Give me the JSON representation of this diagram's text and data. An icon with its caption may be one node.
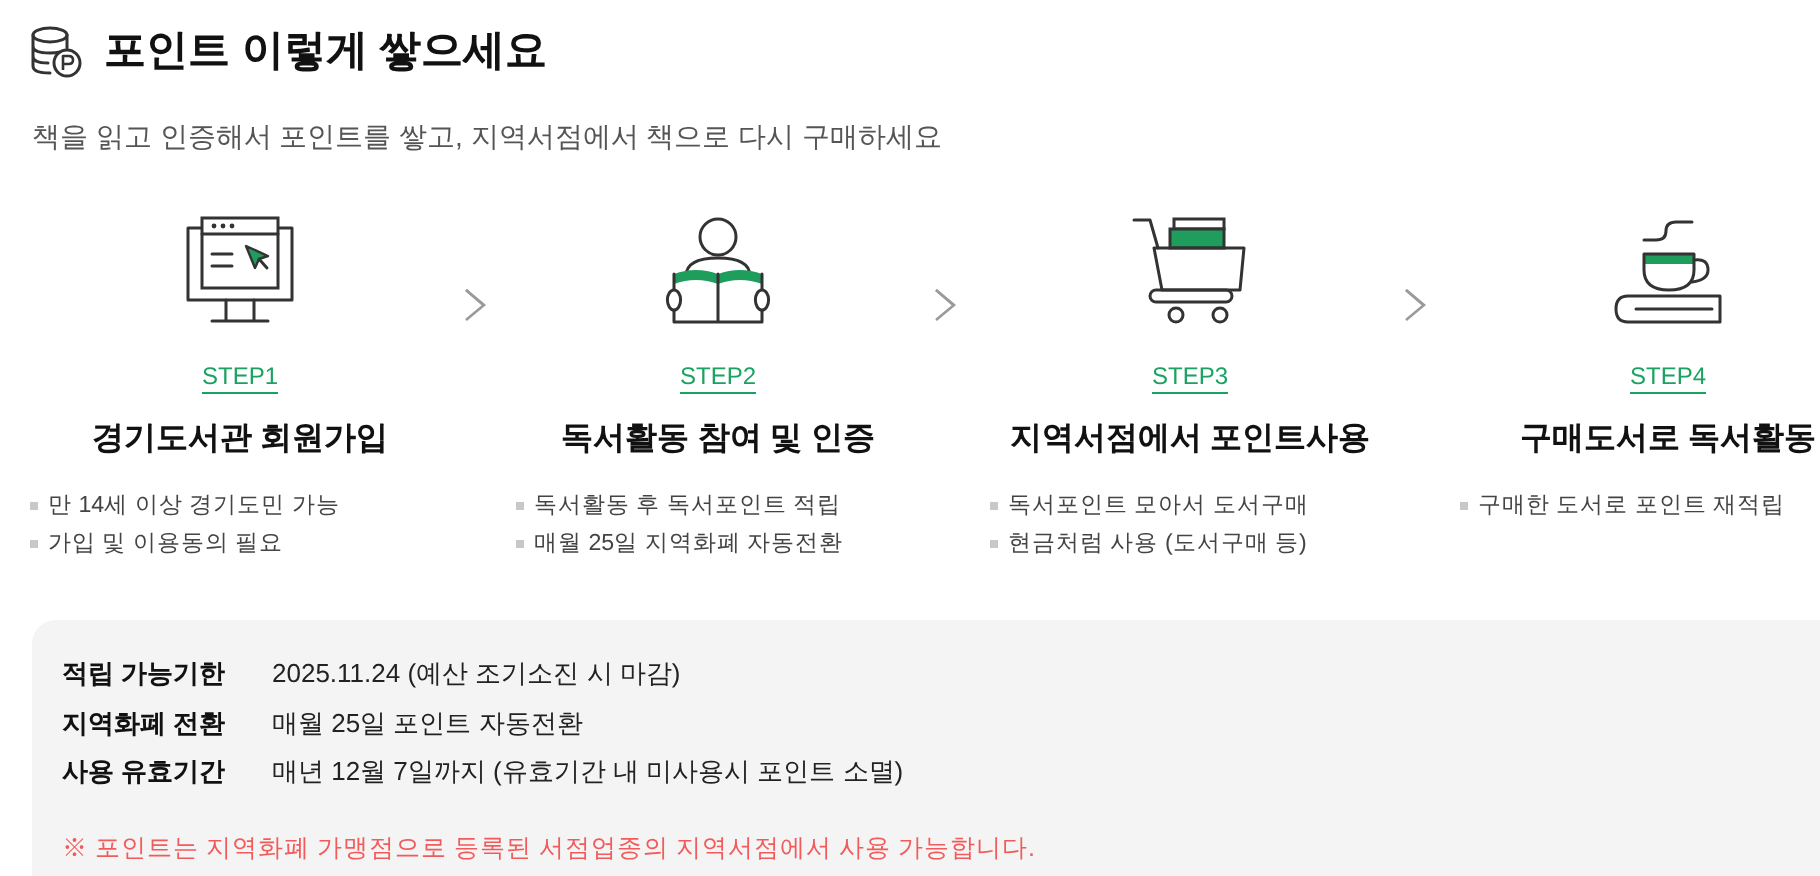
{
  "diagram": {
    "title": "포인트 이렇게 쌓으세요",
    "nodes": [
      {
        "text": [
          "STEP1",
          "경기도서관 회원가입",
          "만 14세 이상 경기도민 가능",
          "가입 및 이용동의 필요"
        ]
      },
      {
        "text": [
          "STEP2",
          "독서활동 참여 및 인증",
          "독서활동 후 독서포인트 적립",
          "매월 25일 지역화폐 자동전환"
        ]
      },
      {
        "text": [
          "STEP3",
          "지역서점에서 포인트사용",
          "독서포인트 모아서 도서구매",
          "현금처럼 사용 (도서구매 등)"
        ]
      },
      {
        "text": [
          "STEP4",
          "구매도서로 독서활동",
          "구매한 도서로 포인트 재적립"
        ]
      },
      {
        "text": [
          "적립 가능기한",
          "2025.11.24 (예산 조기소진 시 마감)",
          "지역화폐 전환",
          "매월 25일 포인트 자동전환",
          "사용 유효기간",
          "매년 12월 7일까지 (유효기간 내 미사용시 포인트 소멸)",
          "※ 포인트는 지역화폐 가맹점으로 등록된 서점업종의 지역서점에서 사용 가능합니다."
        ]
      }
    ],
    "edges": [
      {
        "from": 0,
        "to": 1,
        "arrow": "to"
      },
      {
        "from": 1,
        "to": 2,
        "arrow": "to"
      },
      {
        "from": 2,
        "to": 3,
        "arrow": "to"
      }
    ],
    "labels": [
      "책을 읽고 인증해서 포인트를 쌓고, 지역서점에서 책으로 다시 구매하세요"
    ]
  }
}
